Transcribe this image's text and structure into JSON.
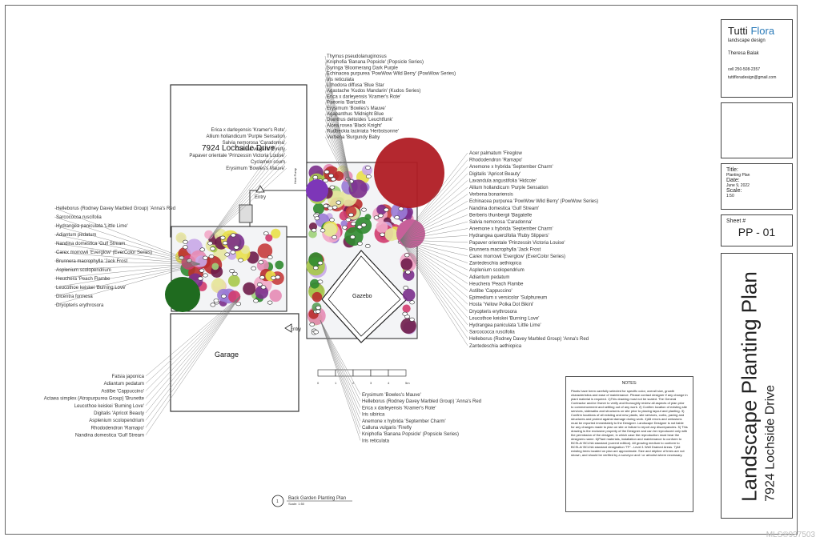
{
  "firm": {
    "name_part1": "Tutti",
    "name_part2": "Flora",
    "subtitle": "landscape design",
    "designer": "Theresa Balak",
    "phone": "cell 250-508-2357",
    "email": "tuttifloradesign@gmail.com"
  },
  "title_info": {
    "title_key": "Title:",
    "title_value": "Planting Plan",
    "date_key": "Date:",
    "date_value": "June 9, 2022",
    "scale_key": "Scale:",
    "scale_value": "1:50"
  },
  "sheet": {
    "key": "Sheet #",
    "value": "PP - 01"
  },
  "big_title": {
    "line1": "Landscape Planting Plan",
    "line2": "7924 Lochside Drive"
  },
  "plan": {
    "address": "7924 Lochside Drive",
    "garage": "Garage",
    "gazebo": "Gazebo",
    "entry1": "Entry",
    "entry2": "Entry",
    "heat_pump": "Heat Pump",
    "bottom_title": "Back Garden Planting Plan",
    "bottom_scale": "Scale: 1:50",
    "bottom_num": "1",
    "scale_ticks": [
      "0",
      "1",
      "2",
      "3",
      "4",
      "5m"
    ]
  },
  "labels_top": [
    "Thymus pseudolanuginosus",
    "Kniphofia 'Banana Popsicle' (Popsicle Series)",
    "Syringa 'Bloomerang Dark Purple",
    "Echinacea purpurea 'PowWow Wild Berry' (PowWow Series)",
    "Iris reticulata",
    "Lithodora diffusa 'Blue Star",
    "Agastache 'Kudos Mandarin' (Kudos Series)",
    "Erica x darleyensis 'Kramer's Rote'",
    "Paeonia 'Bartzella",
    "Erysimum 'Bowles's Mauve'",
    "Agapanthus 'Midnight Blue",
    "Dianthus deltoides 'Leuchtfunk'",
    "Alcea rosea 'Black Knight'",
    "Rudbeckia laciniata 'Herbstsonne'",
    "Verbena 'Burgundy Baby"
  ],
  "labels_upper_left": [
    "Erica x darleyensis 'Kramer's Rote'",
    "Allium hollandicum 'Purple Sensation",
    "Salvia nemorosa 'Caradonna'",
    "Calluna vulgaris 'Firefly",
    "Papaver orientale 'Prinzessin Victoria Louise'",
    "Cyclamen coum",
    "Erysimum 'Bowles's Mauve'"
  ],
  "labels_left": [
    "Helleborus (Rodney Davey Marbled Group) 'Anna's Red",
    "Sarcococca ruscifolia",
    "Hydrangea paniculata 'Little Lime'",
    "Adiantum pedatum",
    "Nandina domestica 'Gulf Stream",
    "Carex morrowii 'Everglow' (EverColor Series)",
    "Brunnera macrophylla 'Jack Frost",
    "Asplenium scolopendrium",
    "Heuchera 'Peach Flambe",
    "Leucothoe keiskei 'Burning Love'",
    "Dicentra formosa",
    "Dryopteris erythrosora"
  ],
  "labels_right": [
    "Acer palmatum 'Fireglow",
    "Rhododendron 'Ramapo'",
    "Anemone x hybrida 'September Charm'",
    "Digitalis 'Apricot Beauty'",
    "Lavandula angustifolia 'Hidcote'",
    "Allium hollandicum 'Purple Sensation",
    "Verbena bonariensis",
    "Echinacea purpurea 'PowWow Wild Berry' (PowWow Series)",
    "Nandina domestica 'Gulf Stream'",
    "Berberis thunbergii 'Bagatelle",
    "Salvia nemorosa 'Caradonna'",
    "Anemone x hybrida 'September Charm'",
    "Hydrangea quercifolia 'Ruby Slippers'",
    "Papaver orientale 'Prinzessin Victoria Louise'",
    "Brunnera macrophylla 'Jack Frost",
    "Carex morrowii 'Everglow' (EverColor Series)",
    "Zantedeschia aethiopica",
    "Asplenium scolopendrium",
    "Adiantum pedatum",
    "Heuchera 'Peach Flambe",
    "Astilbe 'Cappuccino'",
    "Epimedium x versicolor 'Sulphureum",
    "Hosta 'Yellow Polka Dot Bikini'",
    "Dryopteris erythrosora",
    "Leucothoe keiskei 'Burning Love'",
    "Hydrangea paniculata 'Little Lime'",
    "Sarcococca ruscifolia",
    "Helleborus (Rodney Davey Marbled Group) 'Anna's Red",
    "Zantedeschia aethiopica"
  ],
  "labels_bottom_left": [
    "Fatsia japonica",
    "Adiantum pedatum",
    "Astilbe 'Cappuccino'",
    "Actaea simplex (Atropurpurea Group) 'Brunette",
    "Leucothoe keiskei 'Burning Love'",
    "Digitalis 'Apricot Beauty",
    "Asplenium scolopendrium",
    "Rhododendron 'Ramapo'",
    "Nandina domestica 'Gulf Stream"
  ],
  "labels_bottom": [
    "Erysimum 'Bowles's Mauve'",
    "Helleborus (Rodney Davey Marbled Group) 'Anna's Red",
    "Erica x darleyensis 'Kramer's Rote'",
    "Iris sibirica",
    "Anemone x hybrida 'September Charm'",
    "Calluna vulgaris 'Firefly",
    "Kniphofia 'Banana Popsicle' (Popsicle Series)",
    "Iris reticulata"
  ],
  "notes": {
    "heading": "NOTES:",
    "body": "Plants have been carefully selected for specific color, overall size, growth characteristics and ease of maintenance. Please contact designer if any change in plant material is required. 1)This drawing must not be scaled. The General Contractor and/or Owner to verify and thoroughly review all aspects of plan prior to commencement and settling out of any work. 2) Confirm location of existing site services, sidewalks and structures on site prior to placing layout and planting. 3) Confirm locations of all existing and new plants, site services, curbs, paving and structures and protect against damage during work. 4)All errors and omissions must be reported immediately to the Designer. Landscape Designer is not liable for any changes made to plan on site or failure to report any discrepancies. 5) This drawing is the exclusive property of the Designer and can be reproduced only with the permission of the designer, in which case the reproduction must bear the designers name. 6)Plant materials, installation and maintenance to conform to BCSLA/ BCLNA standard (current edition). All growing medium to conform to BCSLA/ BCLNA standard designation 'TP' - Level 1 Well Drained Areas. 7)All existing trees located on plan are approximate. Size and dripline of trees are not shown, and should be verified by a surveyor and / or arborist where necessary."
  },
  "watermark": "MLS®937503"
}
